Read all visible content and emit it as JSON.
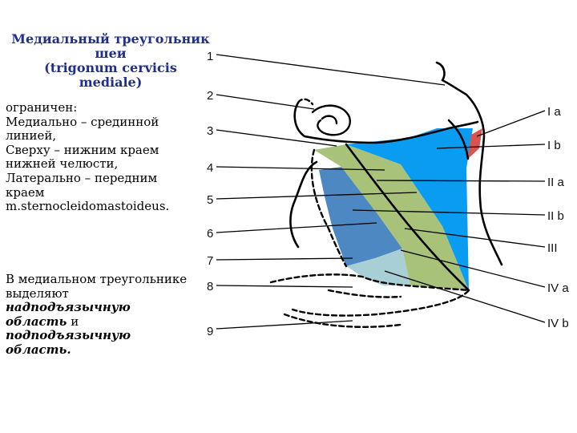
{
  "title_lines": [
    "Медиальный треугольник",
    "шеи",
    "(trigonum cervicis",
    "mediale)"
  ],
  "text_block": {
    "lines": [
      "ограничен:",
      "Медиально – срединной",
      "линией,",
      "Сверху – нижним краем",
      "нижней челюсти,",
      "Латерально – передним",
      "краем",
      "m.sternocleidomastoideus."
    ]
  },
  "text_block2": {
    "line1": "В медиальном треугольнике",
    "line2": "выделяют",
    "italic1": "надподъязычную",
    "italic2": "область",
    "connector": " и",
    "italic3": "подподъязычную",
    "italic4": "область."
  },
  "left_labels": [
    "1",
    "2",
    "3",
    "4",
    "5",
    "6",
    "7",
    "8",
    "9"
  ],
  "right_labels": [
    "I a",
    "I b",
    "II a",
    "II b",
    "III",
    "IV a",
    "IV b"
  ],
  "colors": {
    "title": "#1f2f8a",
    "medial_triangle_blue": "#0a9cf0",
    "green_region": "#a8c27a",
    "steel_blue_region": "#4e88c2",
    "light_teal_region": "#a9cfd6",
    "red_sliver": "#d9534f"
  }
}
